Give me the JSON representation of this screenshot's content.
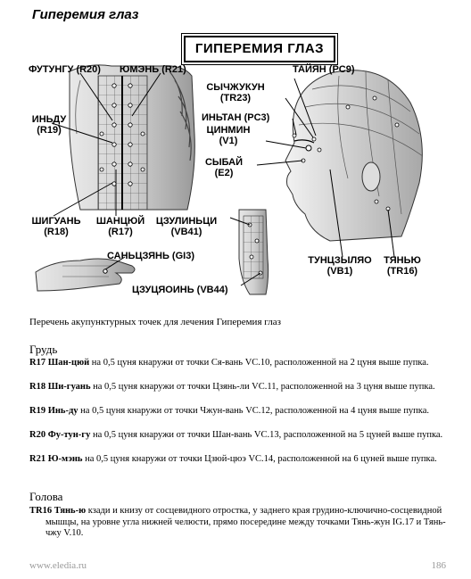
{
  "page": {
    "title": "Гиперемия глаз",
    "caption": "Перечень акупунктурных точек для лечения Гиперемия глаз",
    "footer_url": "www.eledia.ru",
    "page_number": "186"
  },
  "figure": {
    "title": "ГИПЕРЕМИЯ ГЛАЗ",
    "labels": {
      "r20": "ФУТУНГУ (R20)",
      "r21": "ЮМЭНЬ (R21)",
      "r19_a": "ИНЬДУ",
      "r19_b": "(R19)",
      "r18_a": "ШИГУАНЬ",
      "r18_b": "(R18)",
      "r17_a": "ШАНЦЮЙ",
      "r17_b": "(R17)",
      "vb41_a": "ЦЗУЛИНЬЦИ",
      "vb41_b": "(VB41)",
      "gi3": "САНЬЦЗЯНЬ (GI3)",
      "vb44": "ЦЗУЦЯОИНЬ (VB44)",
      "pc9": "ТАЙЯН (PC9)",
      "tr23_a": "СЫЧЖУКУН",
      "tr23_b": "(TR23)",
      "pc3": "ИНЬТАН (PC3)",
      "v1_a": "ЦИНМИН",
      "v1_b": "(V1)",
      "e2_a": "СЫБАЙ",
      "e2_b": "(E2)",
      "vb1_a": "ТУНЦЗЫЛЯО",
      "vb1_b": "(VB1)",
      "tr16_a": "ТЯНЬЮ",
      "tr16_b": "(TR16)"
    }
  },
  "sections": [
    {
      "heading": "Грудь",
      "entries": [
        {
          "code": "R17",
          "name": "Шан-цюй",
          "text": " на 0,5 цуня кнаружи от точки Ся-вань VC.10, расположенной на 2 цуня выше пупка."
        },
        {
          "code": "R18",
          "name": "Ши-гуань",
          "text": " на 0,5 цуня кнаружи от точки Цзянь-ли VC.11, расположенной на 3 цуня выше пупка."
        },
        {
          "code": "R19",
          "name": "Инь-ду",
          "text": " на 0,5 цуня кнаружи от точки Чжун-вань VC.12, расположенной на 4 цуня выше пупка."
        },
        {
          "code": "R20",
          "name": "Фу-тун-гу",
          "text": " на 0,5 цуня кнаружи от точки Шан-вань VC.13, расположенной на 5 цуней выше пупка."
        },
        {
          "code": "R21",
          "name": "Ю-мэнь",
          "text": " на 0,5 цуня кнаружи от точки Цзюй-цюэ VC.14, расположенной на 6 цуней выше пупка."
        }
      ]
    },
    {
      "heading": "Голова",
      "entries": [
        {
          "code": "TR16",
          "name": "Тянь-ю",
          "text": " кзади и книзу от сосцевидного отростка, у заднего края грудино-ключично-сосцевидной мышцы, на уровне угла нижней челюсти, прямо посередине между точками Тянь-жун IG.17 и Тянь-чжу V.10."
        }
      ]
    }
  ]
}
